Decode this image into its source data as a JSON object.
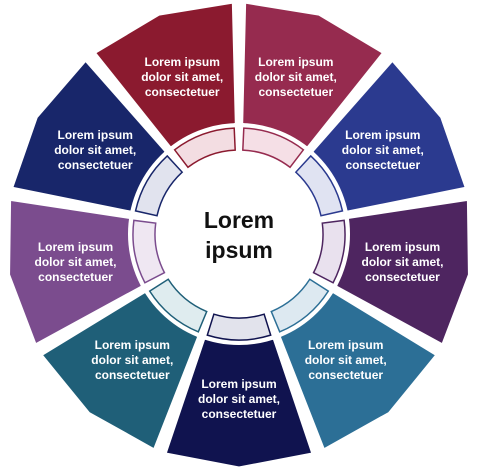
{
  "diagram": {
    "center": {
      "line1": "Lorem",
      "line2": "ipsum"
    },
    "segments": [
      {
        "lines": [
          "Lorem ipsum",
          "dolor sit amet,",
          "consectetuer"
        ],
        "color": "#962b4f",
        "band_color": "#f5dfe6"
      },
      {
        "lines": [
          "Lorem ipsum",
          "dolor sit amet,",
          "consectetuer"
        ],
        "color": "#2b3a8f",
        "band_color": "#e0e3f2"
      },
      {
        "lines": [
          "Lorem ipsum",
          "dolor sit amet,",
          "consectetuer"
        ],
        "color": "#4e2560",
        "band_color": "#e9e1ee"
      },
      {
        "lines": [
          "Lorem ipsum",
          "dolor sit amet,",
          "consectetuer"
        ],
        "color": "#2c6f96",
        "band_color": "#dde9f1"
      },
      {
        "lines": [
          "Lorem ipsum",
          "dolor sit amet,",
          "consectetuer"
        ],
        "color": "#10134f",
        "band_color": "#e2e3ec"
      },
      {
        "lines": [
          "Lorem ipsum",
          "dolor sit amet,",
          "consectetuer"
        ],
        "color": "#1f5f78",
        "band_color": "#dfecef"
      },
      {
        "lines": [
          "Lorem ipsum",
          "dolor sit amet,",
          "consectetuer"
        ],
        "color": "#7b4c8e",
        "band_color": "#efe7f2"
      },
      {
        "lines": [
          "Lorem ipsum",
          "dolor sit amet,",
          "consectetuer"
        ],
        "color": "#18266a",
        "band_color": "#e1e3ee"
      },
      {
        "lines": [
          "Lorem ipsum",
          "dolor sit amet,",
          "consectetuer"
        ],
        "color": "#8b1a2f",
        "band_color": "#f3dde2"
      }
    ]
  }
}
